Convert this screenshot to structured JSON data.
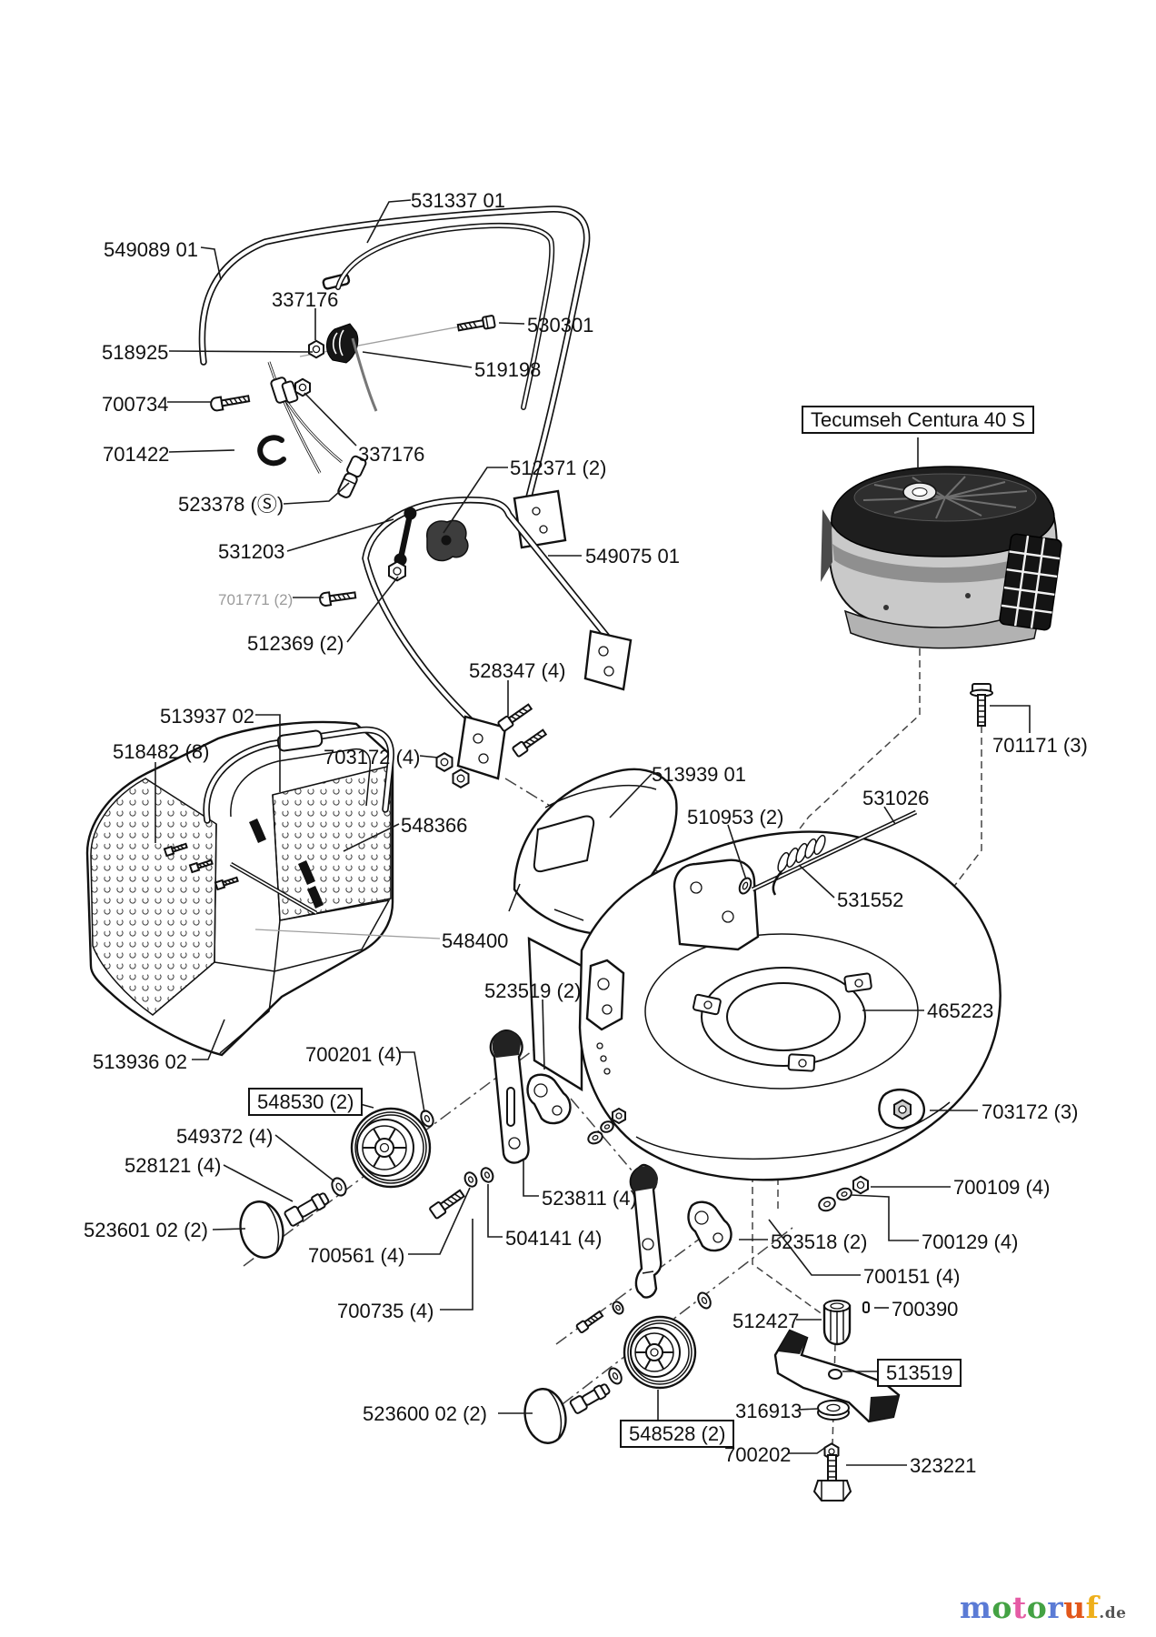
{
  "document": {
    "type": "exploded-parts-diagram",
    "background": "#ffffff",
    "line_color": "#111111"
  },
  "engine_callout": {
    "label": "Tecumseh Centura 40 S"
  },
  "labels": [
    {
      "id": "531337-01",
      "text": "531337 01"
    },
    {
      "id": "549089-01",
      "text": "549089 01"
    },
    {
      "id": "337176-a",
      "text": "337176"
    },
    {
      "id": "530301",
      "text": "530301"
    },
    {
      "id": "518925",
      "text": "518925"
    },
    {
      "id": "519198",
      "text": "519198"
    },
    {
      "id": "700734",
      "text": "700734"
    },
    {
      "id": "701422",
      "text": "701422"
    },
    {
      "id": "337176-b",
      "text": "337176"
    },
    {
      "id": "512371",
      "text": "512371 (2)"
    },
    {
      "id": "523378",
      "text": "523378 (Ⓢ)"
    },
    {
      "id": "531203",
      "text": "531203"
    },
    {
      "id": "549075-01",
      "text": "549075 01"
    },
    {
      "id": "701771",
      "text": "701771 (2)"
    },
    {
      "id": "512369",
      "text": "512369 (2)"
    },
    {
      "id": "528347",
      "text": "528347 (4)"
    },
    {
      "id": "513937-02",
      "text": "513937 02"
    },
    {
      "id": "518482",
      "text": "518482 (8)"
    },
    {
      "id": "703172-4",
      "text": "703172 (4)"
    },
    {
      "id": "513939-01",
      "text": "513939 01"
    },
    {
      "id": "510953",
      "text": "510953 (2)"
    },
    {
      "id": "531026",
      "text": "531026"
    },
    {
      "id": "701171",
      "text": "701171 (3)"
    },
    {
      "id": "548366",
      "text": "548366"
    },
    {
      "id": "531552",
      "text": "531552"
    },
    {
      "id": "548400",
      "text": "548400"
    },
    {
      "id": "523519",
      "text": "523519 (2)"
    },
    {
      "id": "465223",
      "text": "465223"
    },
    {
      "id": "513936-02",
      "text": "513936 02"
    },
    {
      "id": "700201",
      "text": "700201 (4)"
    },
    {
      "id": "548530",
      "text": "548530 (2)"
    },
    {
      "id": "549372",
      "text": "549372 (4)"
    },
    {
      "id": "528121",
      "text": "528121 (4)"
    },
    {
      "id": "523601-02",
      "text": "523601 02 (2)"
    },
    {
      "id": "700561",
      "text": "700561 (4)"
    },
    {
      "id": "523811",
      "text": "523811 (4)"
    },
    {
      "id": "504141",
      "text": "504141 (4)"
    },
    {
      "id": "703172-3",
      "text": "703172 (3)"
    },
    {
      "id": "700109",
      "text": "700109 (4)"
    },
    {
      "id": "700129",
      "text": "700129 (4)"
    },
    {
      "id": "700151",
      "text": "700151 (4)"
    },
    {
      "id": "523518",
      "text": "523518 (2)"
    },
    {
      "id": "700735",
      "text": "700735 (4)"
    },
    {
      "id": "523600-02",
      "text": "523600 02 (2)"
    },
    {
      "id": "548528",
      "text": "548528 (2)"
    },
    {
      "id": "512427",
      "text": "512427"
    },
    {
      "id": "700390",
      "text": "700390"
    },
    {
      "id": "513519",
      "text": "513519"
    },
    {
      "id": "316913",
      "text": "316913"
    },
    {
      "id": "700202",
      "text": "700202"
    },
    {
      "id": "323221",
      "text": "323221"
    }
  ],
  "brand": {
    "logo_letters": [
      {
        "ch": "m",
        "color": "#5b7bd5"
      },
      {
        "ch": "o",
        "color": "#44a244"
      },
      {
        "ch": "t",
        "color": "#e55ca5"
      },
      {
        "ch": "o",
        "color": "#44a244"
      },
      {
        "ch": "r",
        "color": "#5b7bd5"
      },
      {
        "ch": "u",
        "color": "#e2571b"
      },
      {
        "ch": "f",
        "color": "#eeaf1b"
      }
    ],
    "suffix": ".de",
    "suffix_color": "#555555"
  }
}
